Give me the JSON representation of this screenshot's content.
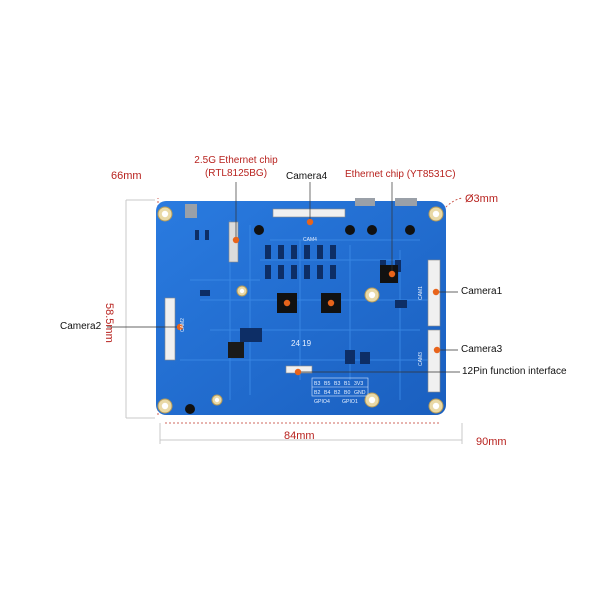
{
  "dimensions": {
    "outer_height": "66mm",
    "inner_height": "58.5mm",
    "inner_width": "84mm",
    "outer_width": "90mm",
    "hole_diameter": "Ø3mm"
  },
  "callouts": {
    "eth25_line1": "2.5G Ethernet chip",
    "eth25_line2": "(RTL8125BG)",
    "camera4": "Camera4",
    "eth_chip": "Ethernet chip (YT8531C)",
    "camera1": "Camera1",
    "camera2": "Camera2",
    "camera3": "Camera3",
    "gpio": "12Pin function interface"
  },
  "silkscreen": {
    "cam4": "CAM4",
    "cam2": "CAM2",
    "cam1": "CAM1",
    "cam3": "CAM3",
    "date_code": "24 19",
    "pin_row1": [
      "B3",
      "B5",
      "B3",
      "B1",
      "3V3"
    ],
    "pin_row2": [
      "B2",
      "B4",
      "B2",
      "B0",
      "GND"
    ],
    "gpio4": "GPIO4",
    "gpio1": "GPIO1"
  },
  "colors": {
    "board": "#1f6fd1",
    "dimension": "#b8231f",
    "callout_dot": "#e8641b"
  }
}
